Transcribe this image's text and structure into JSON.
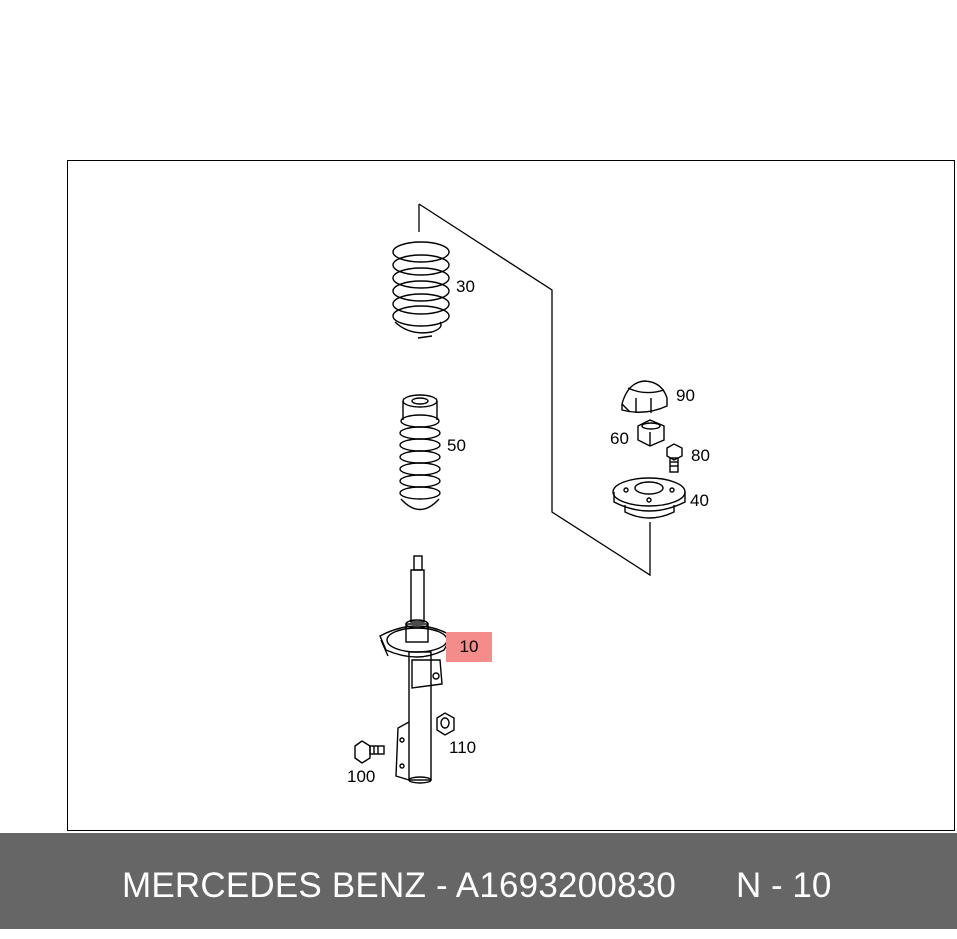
{
  "diagram": {
    "callouts": {
      "c30": "30",
      "c50": "50",
      "c90": "90",
      "c60": "60",
      "c80": "80",
      "c40": "40",
      "c10": "10",
      "c110": "110",
      "c100": "100"
    },
    "highlight_color": "#f58c8c"
  },
  "footer": {
    "brand_part": "MERCEDES BENZ - A1693200830",
    "position_code": "N - 10",
    "background": "#666666"
  }
}
